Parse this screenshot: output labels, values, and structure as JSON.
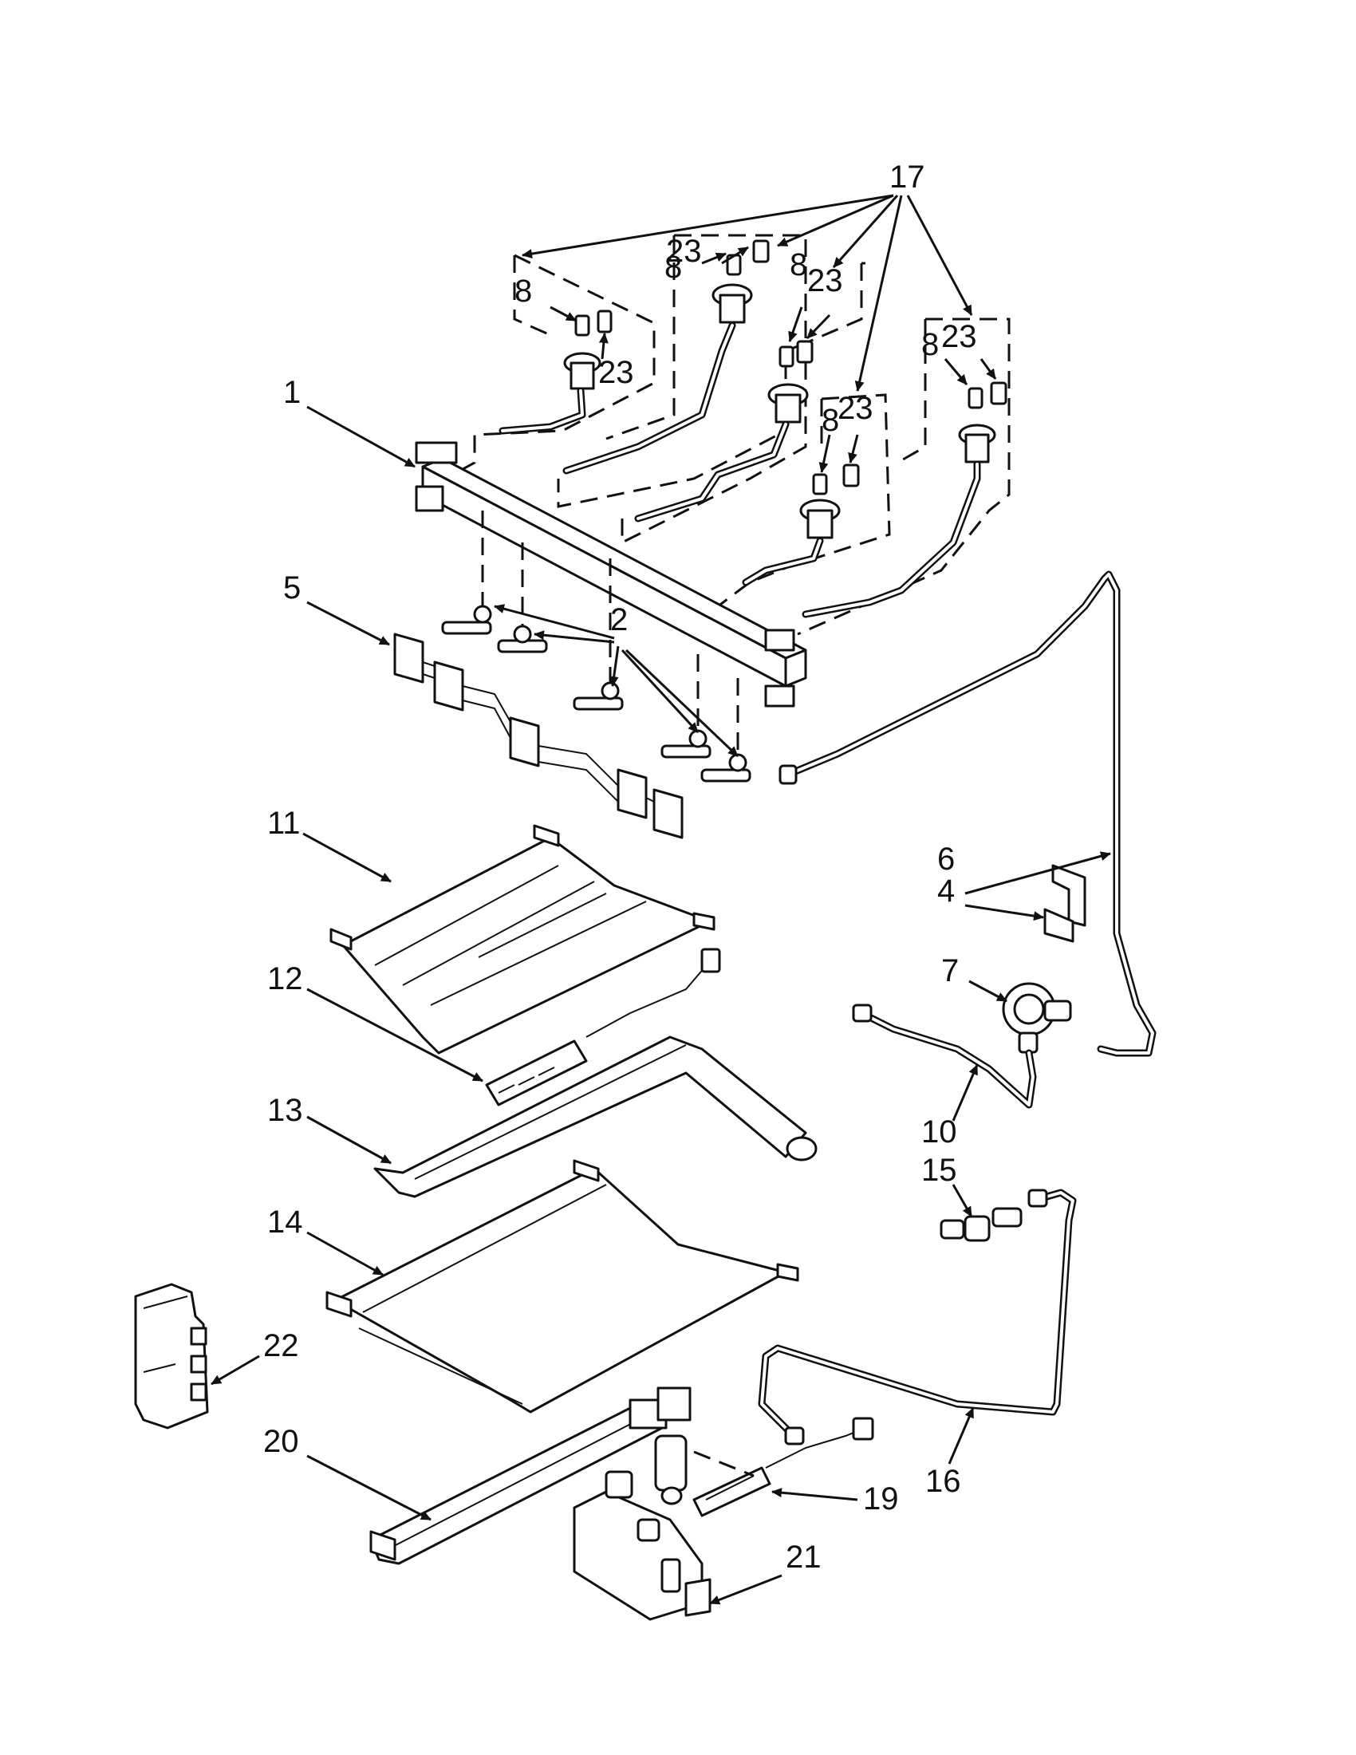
{
  "callouts": [
    {
      "id": "c1",
      "label": "1"
    },
    {
      "id": "c2",
      "label": "2"
    },
    {
      "id": "c4",
      "label": "4"
    },
    {
      "id": "c5",
      "label": "5"
    },
    {
      "id": "c6",
      "label": "6"
    },
    {
      "id": "c7",
      "label": "7"
    },
    {
      "id": "c8a",
      "label": "8"
    },
    {
      "id": "c8b",
      "label": "8"
    },
    {
      "id": "c8c",
      "label": "8"
    },
    {
      "id": "c8d",
      "label": "8"
    },
    {
      "id": "c8e",
      "label": "8"
    },
    {
      "id": "c10",
      "label": "10"
    },
    {
      "id": "c11",
      "label": "11"
    },
    {
      "id": "c12",
      "label": "12"
    },
    {
      "id": "c13",
      "label": "13"
    },
    {
      "id": "c14",
      "label": "14"
    },
    {
      "id": "c15",
      "label": "15"
    },
    {
      "id": "c16",
      "label": "16"
    },
    {
      "id": "c17",
      "label": "17"
    },
    {
      "id": "c19",
      "label": "19"
    },
    {
      "id": "c20",
      "label": "20"
    },
    {
      "id": "c21",
      "label": "21"
    },
    {
      "id": "c22",
      "label": "22"
    },
    {
      "id": "c23a",
      "label": "23"
    },
    {
      "id": "c23b",
      "label": "23"
    },
    {
      "id": "c23c",
      "label": "23"
    },
    {
      "id": "c23d",
      "label": "23"
    },
    {
      "id": "c23e",
      "label": "23"
    }
  ]
}
